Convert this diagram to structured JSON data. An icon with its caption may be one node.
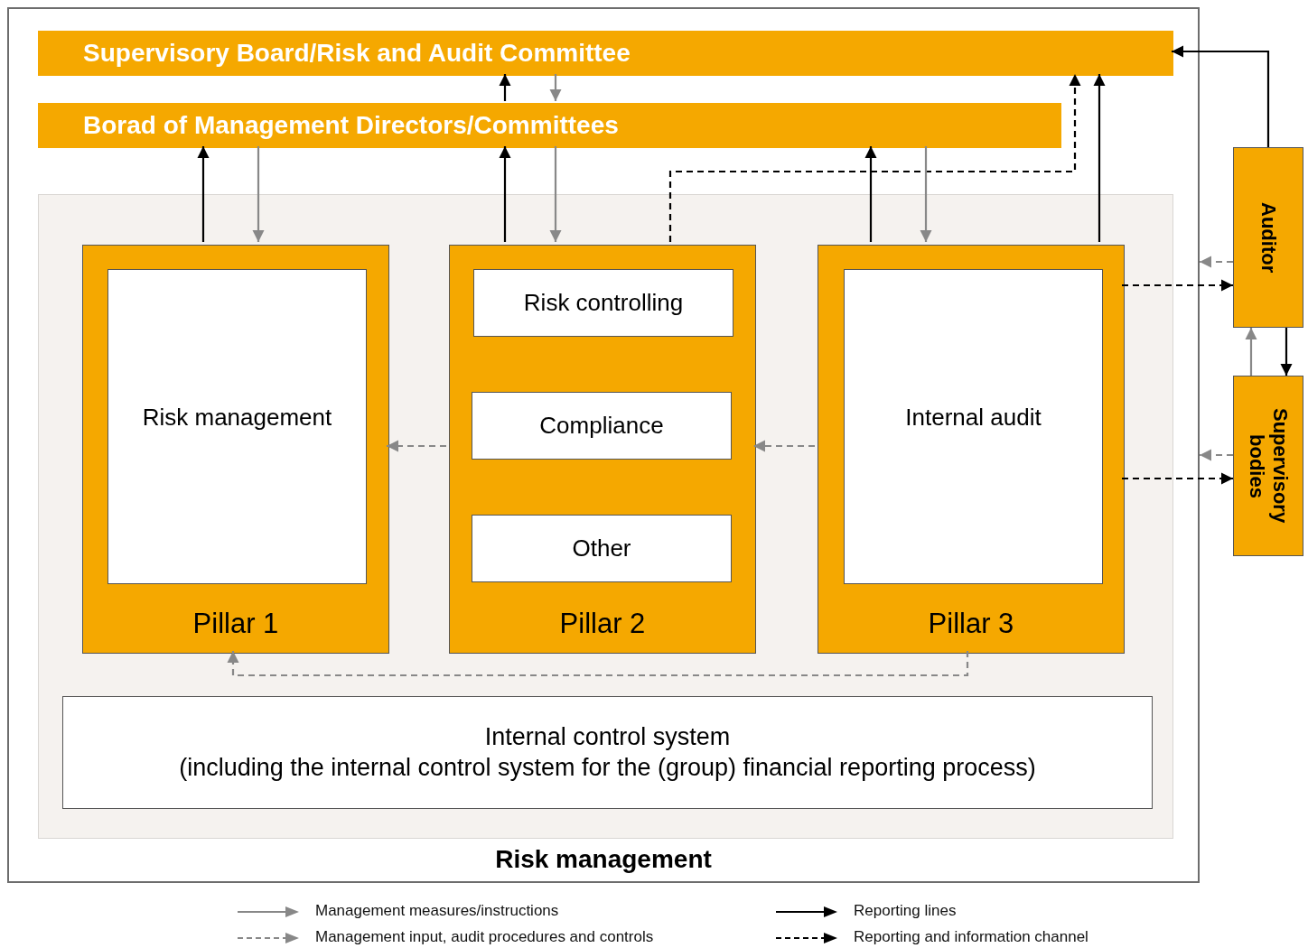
{
  "diagram": {
    "nodes": [
      {
        "text": [
          "Risk management"
        ]
      },
      {
        "text": [
          "Supervisory Board/Risk and Audit Committee"
        ],
        "in": 0
      },
      {
        "text": [
          "Borad of Management Directors/Committees"
        ],
        "in": 0
      },
      {
        "text": [],
        "shape": "box",
        "in": 0
      },
      {
        "text": [
          "Pillar 1"
        ],
        "in": 3
      },
      {
        "text": [
          "Risk management"
        ],
        "in": 4
      },
      {
        "text": [
          "Pillar 2"
        ],
        "in": 3
      },
      {
        "text": [
          "Risk controlling"
        ],
        "in": 6
      },
      {
        "text": [
          "Compliance"
        ],
        "in": 6
      },
      {
        "text": [
          "Other"
        ],
        "in": 6
      },
      {
        "text": [
          "Pillar 3"
        ],
        "in": 3
      },
      {
        "text": [
          "Internal audit"
        ],
        "in": 10
      },
      {
        "text": [
          "Internal control system",
          "(including the internal control system for the (group) financial reporting process)"
        ],
        "in": 3
      },
      {
        "text": [
          "Auditor"
        ]
      },
      {
        "text": [
          "Supervisory bodies"
        ]
      }
    ],
    "edges": [
      {
        "from": 4,
        "to": 2,
        "arrow": "to"
      },
      {
        "from": 2,
        "to": 4,
        "arrow": "to",
        "color": "#888888"
      },
      {
        "from": 2,
        "to": 1,
        "arrow": "to"
      },
      {
        "from": 1,
        "to": 2,
        "arrow": "to",
        "color": "#888888"
      },
      {
        "from": 6,
        "to": 2,
        "arrow": "to"
      },
      {
        "from": 2,
        "to": 6,
        "arrow": "to",
        "color": "#888888"
      },
      {
        "from": 6,
        "to": 1,
        "arrow": "to",
        "style": "dashed"
      },
      {
        "from": 10,
        "to": 2,
        "arrow": "to"
      },
      {
        "from": 2,
        "to": 10,
        "arrow": "to",
        "color": "#888888"
      },
      {
        "from": 10,
        "to": 1,
        "arrow": "to"
      },
      {
        "from": 13,
        "to": 1,
        "arrow": "to"
      },
      {
        "from": 10,
        "to": 13,
        "arrow": "to",
        "style": "dashed"
      },
      {
        "from": 13,
        "to": 0,
        "arrow": "to",
        "style": "dashed",
        "color": "#888888"
      },
      {
        "from": 13,
        "to": 14,
        "arrow": "to"
      },
      {
        "from": 14,
        "to": 13,
        "arrow": "to",
        "color": "#888888"
      },
      {
        "from": 10,
        "to": 14,
        "arrow": "to",
        "style": "dashed"
      },
      {
        "from": 14,
        "to": 0,
        "arrow": "to",
        "style": "dashed",
        "color": "#888888"
      },
      {
        "from": 6,
        "to": 4,
        "arrow": "to",
        "style": "dashed",
        "color": "#888888"
      },
      {
        "from": 10,
        "to": 6,
        "arrow": "to",
        "style": "dashed",
        "color": "#888888"
      },
      {
        "from": 10,
        "to": 4,
        "arrow": "to",
        "style": "dashed",
        "color": "#888888"
      }
    ],
    "legend": [
      {
        "text": "Management measures/instructions"
      },
      {
        "text": "Management input, audit procedures and controls"
      },
      {
        "text": "Reporting lines"
      },
      {
        "text": "Reporting and information channel"
      }
    ]
  }
}
